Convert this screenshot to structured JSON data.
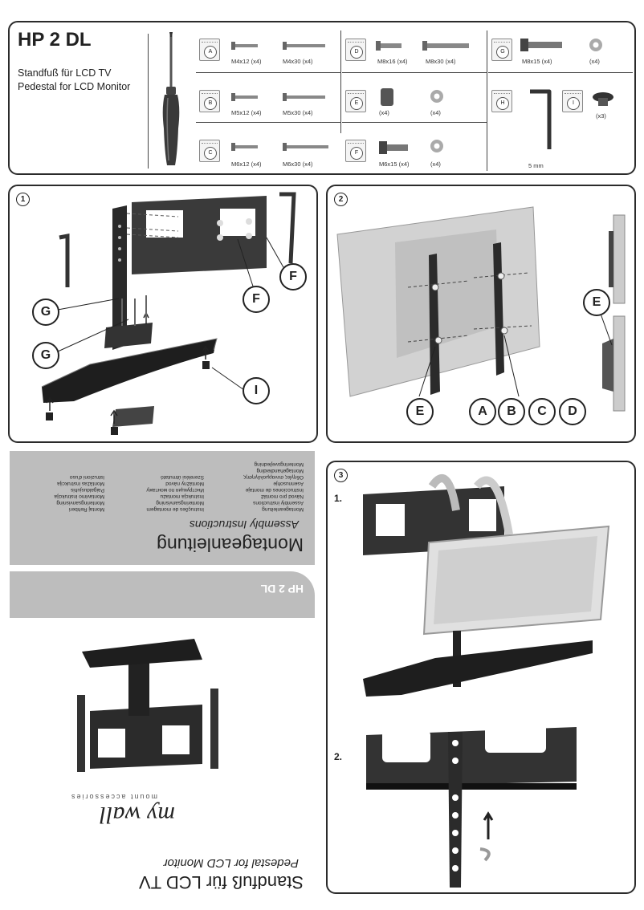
{
  "header": {
    "title": "HP 2 DL",
    "subtitle_de": "Standfuß für LCD TV",
    "subtitle_en": "Pedestal for LCD Monitor"
  },
  "parts": [
    {
      "bag": "A",
      "items": [
        "M4x12 (x4)",
        "M4x30 (x4)"
      ]
    },
    {
      "bag": "B",
      "items": [
        "M5x12 (x4)",
        "M5x30 (x4)"
      ]
    },
    {
      "bag": "C",
      "items": [
        "M6x12 (x4)",
        "M6x30 (x4)"
      ]
    },
    {
      "bag": "D",
      "items": [
        "M8x16 (x4)",
        "M8x30 (x4)"
      ]
    },
    {
      "bag": "E",
      "items": [
        "(x4)",
        "(x4)"
      ]
    },
    {
      "bag": "F",
      "items": [
        "M6x15 (x4)",
        "(x4)"
      ]
    },
    {
      "bag": "G",
      "items": [
        "M8x15 (x4)",
        "(x4)"
      ]
    },
    {
      "bag": "H",
      "items": [
        "5 mm"
      ]
    },
    {
      "bag": "I",
      "items": [
        "(x3)"
      ]
    }
  ],
  "steps": {
    "s1": "1",
    "s2": "2",
    "s3": "3",
    "s3_sub1": "1.",
    "s3_sub2": "2."
  },
  "callouts": {
    "step1": [
      "G",
      "G",
      "F",
      "F",
      "I"
    ],
    "step2": [
      "E",
      "E",
      "A",
      "B",
      "C",
      "D"
    ]
  },
  "cover": {
    "main_title": "Montageanleitung",
    "sub_title": "Assembly Instructions",
    "languages_col1": [
      "Montageanleitung",
      "Assembly instructions",
      "Návod pro montáž",
      "Instrucciones de montaje",
      "Asennusohje",
      "Οδηγίες συναρμολόγησης",
      "Montagehandleiding",
      "Monteringsvejledning"
    ],
    "languages_col2": [
      "Instruções de montagem",
      "Monteringsanvisning",
      "Instrukcja montażu",
      "Инструкция по монтажу",
      "Montážny návod",
      "Szerelési útmutató"
    ],
    "languages_col3": [
      "Montaj Rehberi",
      "Monteringsanvisning",
      "Montavimo instrukcija",
      "Paigaldusjuhis",
      "Montāžas instrukcija",
      "Istruzioni d'uso"
    ],
    "band_title": "HP 2 DL",
    "brand": "my wall",
    "brand_tag": "mount accessories",
    "bottom_title": "Standfuß für LCD TV",
    "bottom_sub": "Pedestal for LCD Monitor"
  },
  "colors": {
    "border": "#2b2b2b",
    "cover_gray": "#bdbdbd",
    "screen_gray": "#d2d2d2"
  }
}
